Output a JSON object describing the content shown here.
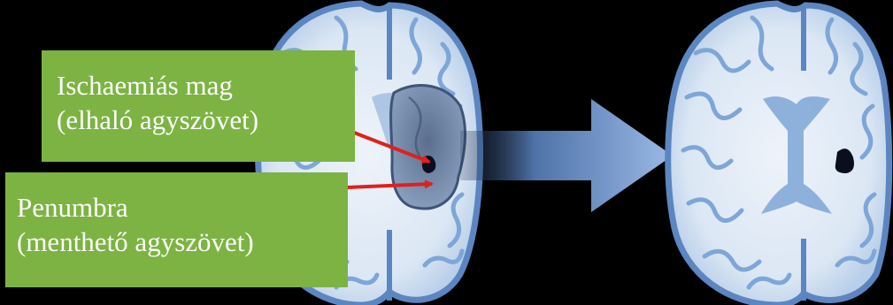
{
  "labels": {
    "core": {
      "line1": "Ischaemiás mag",
      "line2": "(elhaló agyszövet)"
    },
    "penumbra": {
      "line1": "Penumbra",
      "line2": "(menthető agyszövet)"
    }
  },
  "colors": {
    "background": "#000000",
    "label_fill": "#7cb342",
    "label_text": "#ffffff",
    "brain_outer": "#5b86c1",
    "brain_white_matter": "#dbe7f4",
    "brain_gray_matter": "#7ea6d6",
    "ischemic_region": "#5f7494",
    "infarct_core": "#0a0e1e",
    "pointer_arrow": "#e0201c",
    "transition_arrow": "#8aaee0"
  },
  "icons": {
    "brain_before": "brain-axial-slice-icon",
    "brain_after": "brain-axial-slice-icon",
    "transition": "big-right-arrow-icon"
  }
}
